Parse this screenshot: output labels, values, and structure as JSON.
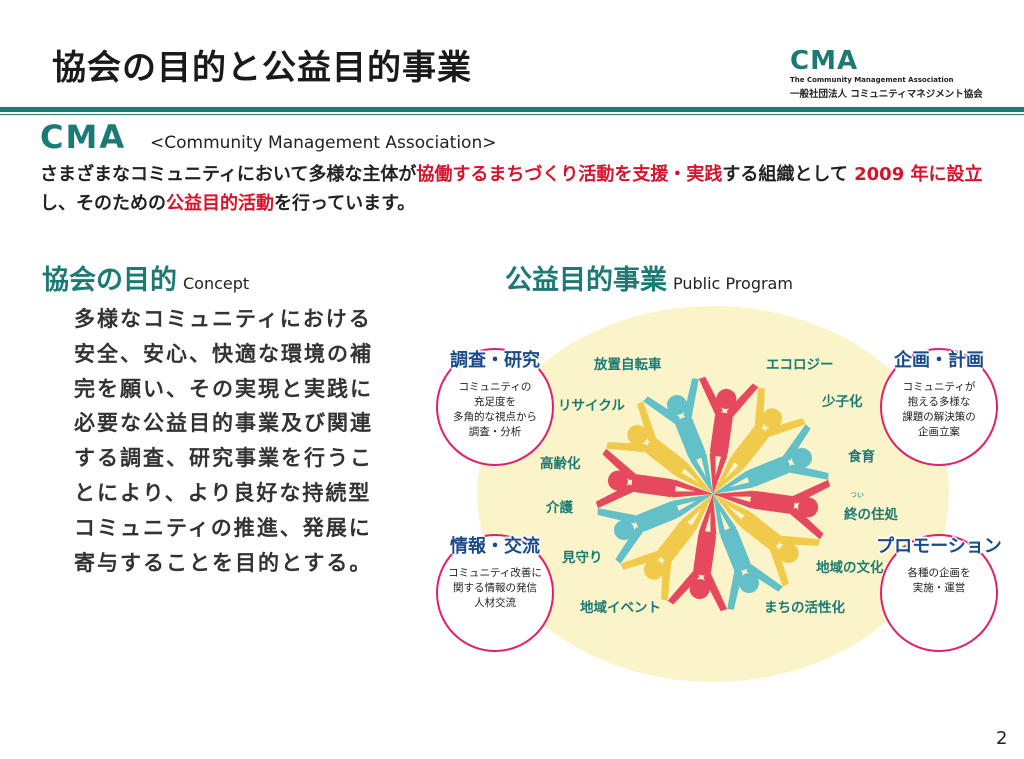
{
  "header": {
    "title": "協会の目的と公益目的事業",
    "logo_mark": "CMA",
    "logo_en": "The Community Management Association",
    "logo_jp": "一般社団法人 コミュニティマネジメント協会"
  },
  "cma": {
    "badge": "CMA",
    "full_name": "<Community Management Association>"
  },
  "intro": {
    "p1": "さまざまなコミュニティにおいて多様な主体が",
    "r1": "協働するまちづくり活動を支援・実践",
    "p2": "する組織として ",
    "r2": "2009 年に設立",
    "p3": "し、そのための",
    "r3": "公益目的活動",
    "p4": "を行っています。"
  },
  "purpose": {
    "heading": "協会の目的",
    "heading_en": "Concept",
    "body": "多様なコミュニティにおける安全、安心、快適な環境の補完を願い、その実現と実践に必要な公益目的事業及び関連する調査、研究事業を行うことにより、より良好な持続型コミュニティの推進、発展に寄与することを目的とする。"
  },
  "program": {
    "heading": "公益目的事業",
    "heading_en": "Public Program",
    "labels": [
      "放置自転車",
      "エコロジー",
      "リサイクル",
      "少子化",
      "高齢化",
      "食育",
      "介護",
      "終の住処",
      "見守り",
      "地域の文化",
      "地域イベント",
      "まちの活性化"
    ],
    "ruby": "つい",
    "circles": [
      {
        "title": "調査・研究",
        "body": "コミュニティの\n充足度を\n多角的な視点から\n調査・分析"
      },
      {
        "title": "企画・計画",
        "body": "コミュニティが\n抱える多様な\n課題の解決策の\n企画立案"
      },
      {
        "title": "情報・交流",
        "body": "コミュニティ改善に\n関する情報の発信\n人材交流"
      },
      {
        "title": "プロモーション",
        "body": "各種の企画を\n実施・運営"
      }
    ]
  },
  "colors": {
    "teal": "#1b7a74",
    "red": "#d6142b",
    "pink": "#e11f6a",
    "figure_red": "#e4314f",
    "figure_yellow": "#f0c43a",
    "figure_cyan": "#4fb8c8",
    "ellipse": "#fbf4c9"
  },
  "page_number": "2"
}
